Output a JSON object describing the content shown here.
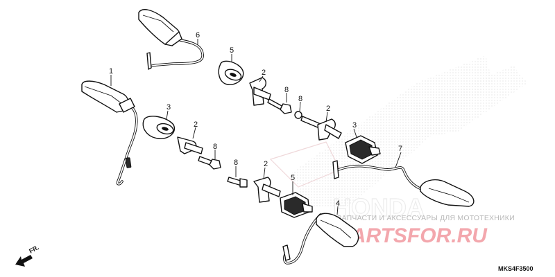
{
  "callouts": [
    {
      "id": "c1",
      "label": "1"
    },
    {
      "id": "c2a",
      "label": "2"
    },
    {
      "id": "c2b",
      "label": "2"
    },
    {
      "id": "c2c",
      "label": "2"
    },
    {
      "id": "c2d",
      "label": "2"
    },
    {
      "id": "c3a",
      "label": "3"
    },
    {
      "id": "c3b",
      "label": "3"
    },
    {
      "id": "c4",
      "label": "4"
    },
    {
      "id": "c5a",
      "label": "5"
    },
    {
      "id": "c5b",
      "label": "5"
    },
    {
      "id": "c6",
      "label": "6"
    },
    {
      "id": "c7",
      "label": "7"
    },
    {
      "id": "c8a",
      "label": "8"
    },
    {
      "id": "c8b",
      "label": "8"
    },
    {
      "id": "c8c",
      "label": "8"
    },
    {
      "id": "c8d",
      "label": "8"
    }
  ],
  "diagram_code": "MKS4F3500",
  "direction_label": "FR.",
  "watermark": {
    "text": "ЗАПЧАСТИ И АКСЕССУАРЫ ДЛЯ МОТОТЕХНИКИ",
    "logo": "PARTSFOR.RU",
    "brand": "HONDA"
  },
  "colors": {
    "line": "#111111",
    "watermark_red": "#e8414c",
    "watermark_gray": "#b9b9b9"
  }
}
